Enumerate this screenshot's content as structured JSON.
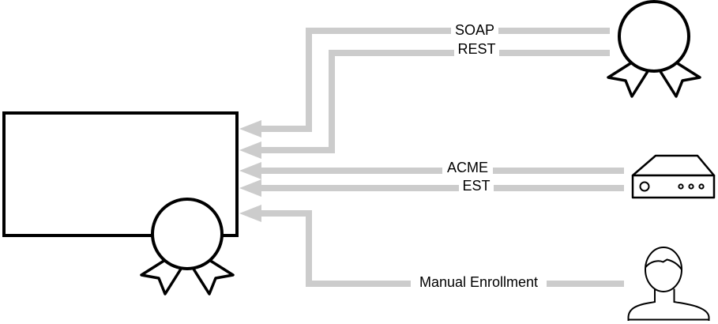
{
  "diagram": {
    "type": "certificate-enrollment-protocols",
    "colors": {
      "background": "#FFFFFF",
      "connector_line": "#CCCCCC",
      "shape_stroke": "#000000",
      "label_background": "#FFFFFF",
      "label_text": "#000000"
    },
    "nodes": [
      {
        "icon": "certificate-document-icon",
        "description": "large rectangle with award seal at bottom right"
      },
      {
        "icon": "award-ribbon-icon",
        "description": "rosette ribbon, top right"
      },
      {
        "icon": "server-appliance-icon",
        "description": "network appliance box, middle right"
      },
      {
        "icon": "person-icon",
        "description": "user silhouette, bottom right"
      }
    ],
    "edges": [
      {
        "label": "SOAP"
      },
      {
        "label": "REST"
      },
      {
        "label": "ACME"
      },
      {
        "label": "EST"
      },
      {
        "label": "Manual Enrollment"
      }
    ]
  }
}
